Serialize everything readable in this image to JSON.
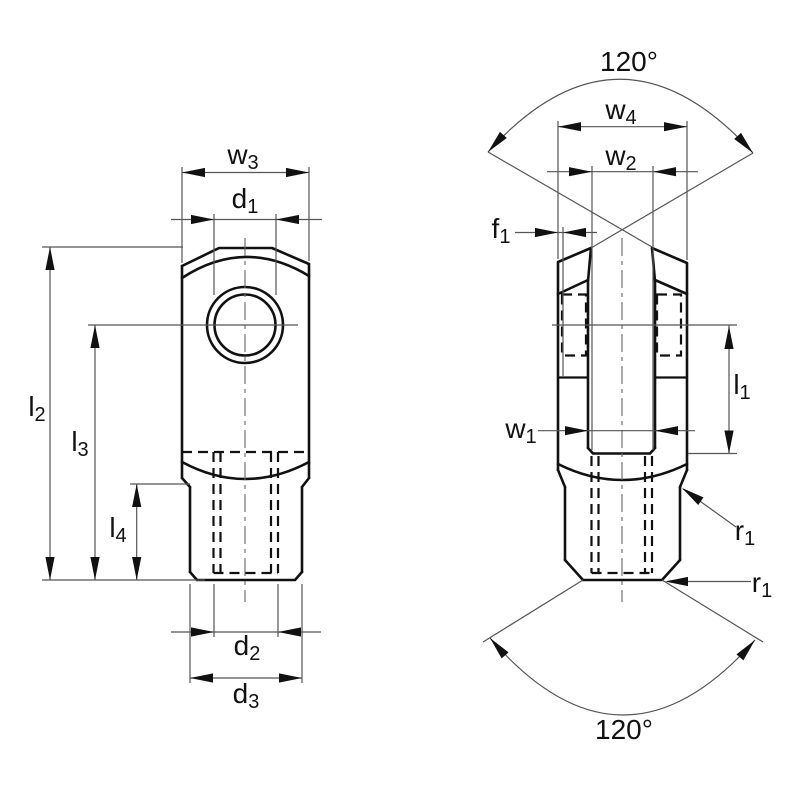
{
  "colors": {
    "outline": "#111111",
    "dimension_line": "#555555",
    "centerline": "#666666",
    "background": "#ffffff",
    "text": "#111111"
  },
  "labels": {
    "w3": {
      "base": "w",
      "sub": "3"
    },
    "d1": {
      "base": "d",
      "sub": "1"
    },
    "l2": {
      "base": "l",
      "sub": "2"
    },
    "l3": {
      "base": "l",
      "sub": "3"
    },
    "l4": {
      "base": "l",
      "sub": "4"
    },
    "d2": {
      "base": "d",
      "sub": "2"
    },
    "d3": {
      "base": "d",
      "sub": "3"
    },
    "angle_top": {
      "text": "120°"
    },
    "w4": {
      "base": "w",
      "sub": "4"
    },
    "w2": {
      "base": "w",
      "sub": "2"
    },
    "f1": {
      "base": "f",
      "sub": "1"
    },
    "w1": {
      "base": "w",
      "sub": "1"
    },
    "l1": {
      "base": "l",
      "sub": "1"
    },
    "r1_upper": {
      "base": "r",
      "sub": "1"
    },
    "r1_lower": {
      "base": "r",
      "sub": "1"
    },
    "angle_bottom": {
      "text": "120°"
    }
  }
}
